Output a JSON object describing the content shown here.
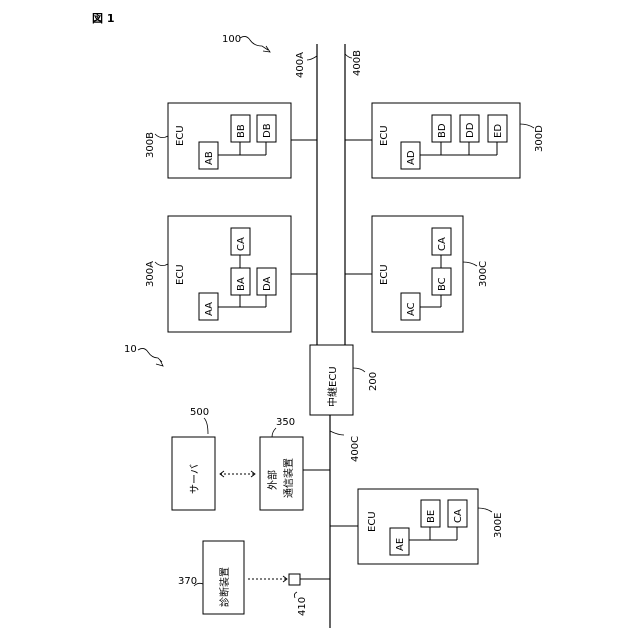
{
  "figure_label": "図 1",
  "refs": {
    "system_100": "100",
    "system_10": "10",
    "bus_a": "400A",
    "bus_b": "400B",
    "bus_c": "400C",
    "gateway_ref": "200",
    "comm_ref": "350",
    "server_ref": "500",
    "diag_ref": "370",
    "connector_ref": "410"
  },
  "ecus": {
    "b": {
      "ref": "300B",
      "title": "ECU",
      "units": [
        "AB",
        "BB",
        "DB"
      ]
    },
    "d": {
      "ref": "300D",
      "title": "ECU",
      "units": [
        "AD",
        "BD",
        "DD",
        "ED"
      ]
    },
    "a": {
      "ref": "300A",
      "title": "ECU",
      "units": [
        "AA",
        "BA",
        "DA",
        "CA"
      ]
    },
    "c": {
      "ref": "300C",
      "title": "ECU",
      "units": [
        "AC",
        "BC",
        "CA"
      ]
    },
    "e": {
      "ref": "300E",
      "title": "ECU",
      "units": [
        "AE",
        "BE",
        "CA"
      ]
    }
  },
  "gateway_label": "中継ECU",
  "comm_label_1": "外部",
  "comm_label_2": "通信装置",
  "server_label": "サーバ",
  "diag_label": "診断装置"
}
